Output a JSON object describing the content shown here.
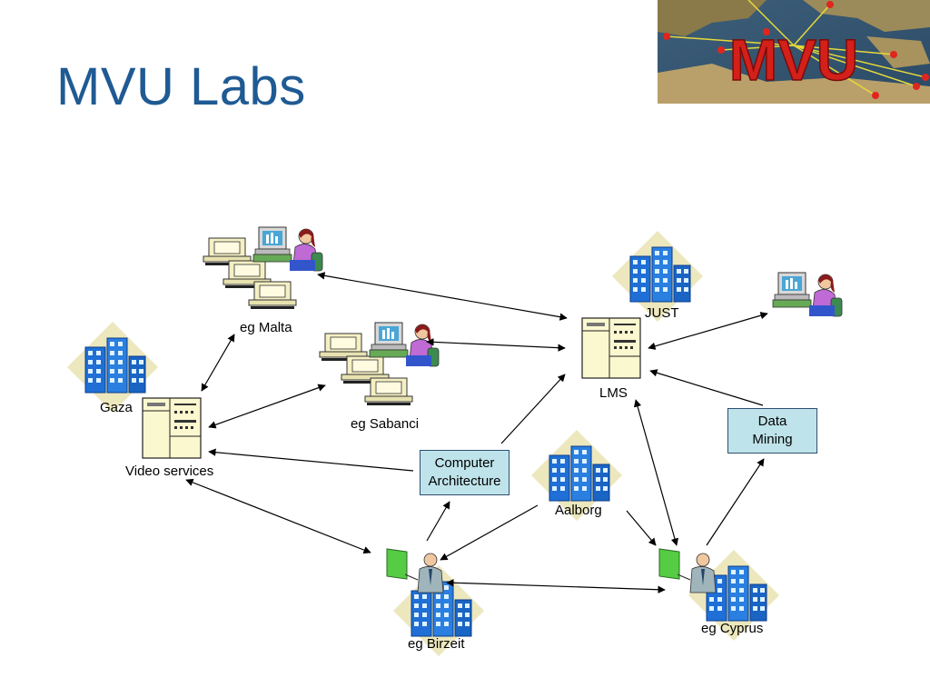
{
  "slide": {
    "title": "MVU Labs"
  },
  "logo": {
    "text": "MVU"
  },
  "nodes": {
    "malta": "eg Malta",
    "sabanci": "eg Sabanci",
    "just": "JUST",
    "lms": "LMS",
    "gaza": "Gaza",
    "video_services": "Video services",
    "computer_architecture": [
      "Computer",
      "Architecture"
    ],
    "data_mining": [
      "Data",
      "Mining"
    ],
    "aalborg": "Aalborg",
    "birzeit": "eg Birzeit",
    "cyprus": "eg Cyprus"
  },
  "colors": {
    "title": "#1f5a93",
    "box_fill": "#bfe3ea",
    "building": "#1f6fd6",
    "building_bg": "#ece7bd"
  }
}
